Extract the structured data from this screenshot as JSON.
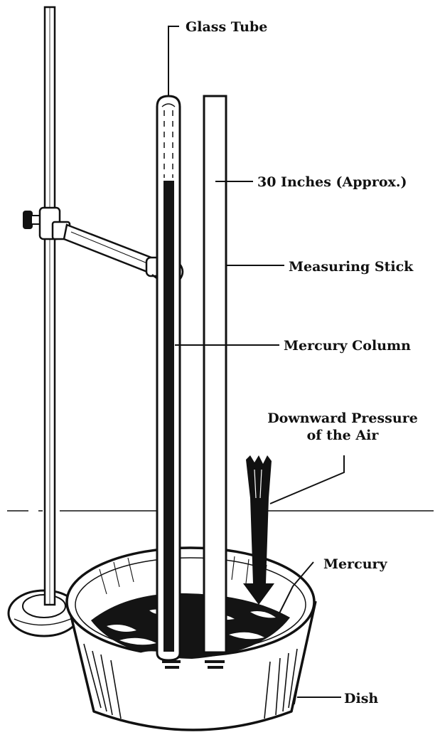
{
  "labels": {
    "glass_tube": "Glass Tube",
    "thirty_inches": "30 Inches (Approx.)",
    "measuring_stick": "Measuring Stick",
    "mercury_column": "Mercury Column",
    "downward_pressure_line1": "Downward Pressure",
    "downward_pressure_line2": "of the Air",
    "mercury": "Mercury",
    "dish": "Dish"
  },
  "colors": {
    "ink": "#111111",
    "paper": "#ffffff",
    "mercury": "#141414"
  }
}
